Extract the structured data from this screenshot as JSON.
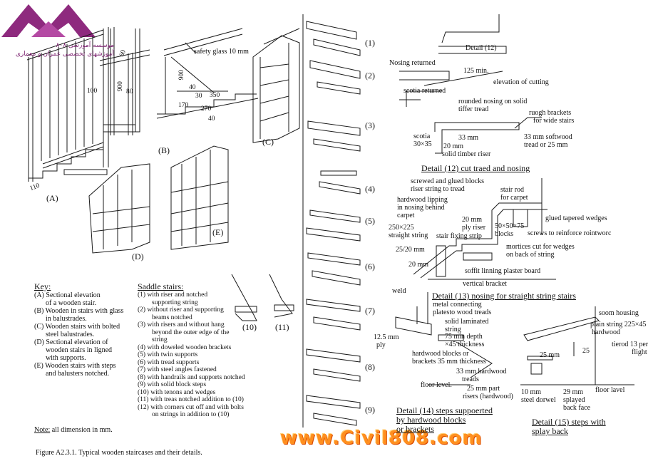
{
  "brand": {
    "site": "www.Civil808.com",
    "persian_lines": [
      "موسسه آموزشی ۸۰۸",
      "آموزشهای تخصصی عمران و معماری"
    ]
  },
  "figure_caption": "Figure A2.3.1. Typical wooden staircases and their details.",
  "view_labels": {
    "a": "(A)",
    "b": "(B)",
    "c": "(C)",
    "d": "(D)",
    "e": "(E)"
  },
  "dimensions": {
    "glass": "safety glass 10 mm",
    "d900a": "900",
    "d900b": "900",
    "d100": "100",
    "d80": "80",
    "d60": "60",
    "d110": "110",
    "d40a": "40",
    "d30": "30",
    "d350": "350",
    "d170": "170",
    "d270": "270",
    "d40b": "40"
  },
  "saddle_numbers": [
    "(1)",
    "(2)",
    "(3)",
    "(4)",
    "(5)",
    "(6)",
    "(7)",
    "(8)",
    "(9)",
    "(10)",
    "(11)"
  ],
  "key": {
    "title": "Key:",
    "items": [
      [
        "(A) Sectional elevation",
        "of a wooden stair."
      ],
      [
        "(B) Wooden in stairs with glass",
        "in balustrades."
      ],
      [
        "(C) Wooden stairs with bolted",
        "steel balustrades."
      ],
      [
        "(D) Sectional elevation of",
        "wooden stairs in ligned",
        "with supports."
      ],
      [
        "(E) Wooden stairs with steps",
        "and balusters notched."
      ]
    ]
  },
  "saddle": {
    "title": "Saddle stairs:",
    "items": [
      [
        "(1) with riser and notched",
        "supporting string"
      ],
      [
        "(2) without riser and supporting",
        "beams notched"
      ],
      [
        "(3) with risers and without hang",
        "beyond the outer edge of the",
        "string"
      ],
      [
        "(4) with doweled wooden brackets"
      ],
      [
        "(5) with twin supports"
      ],
      [
        "(6) with tread supports"
      ],
      [
        "(7) with steel angles fastened"
      ],
      [
        "(8) with handrails and supports notched"
      ],
      [
        "(9) with solid block steps"
      ],
      [
        "(10) with tenons and wedges"
      ],
      [
        "(11) with treas notched addition to (10)"
      ],
      [
        "(12) with corners cut off and with bolts",
        "on strings in addition to (10)"
      ]
    ]
  },
  "note": {
    "label": "Note:",
    "text": "all dimension in mm."
  },
  "detail12": {
    "label": "Detail (12)",
    "nosing_returned": "Nosing returned",
    "min125": "125 min.",
    "elevation": "elevation of cutting",
    "scotia_returned": "scotia returned",
    "rounded": [
      "rounded nosing on solid",
      "tiffer tread"
    ],
    "rough": [
      "ruogh brackets",
      "for wide stairs"
    ],
    "scotia": [
      "scotia",
      "30×35"
    ],
    "mm33": "33 mm",
    "mm20": "20 mm",
    "softwood": [
      "33 mm softwood",
      "tread or 25 mm"
    ],
    "riser": "solid timber riser",
    "title": "Detail (12) cut traed and nosing"
  },
  "detail13": {
    "screwed": [
      "screwed and glued blocks",
      "riser string to tread"
    ],
    "lipping": [
      "hardwood lipping",
      "in nosing behind",
      "carpet"
    ],
    "stair_rod": [
      "stair rod",
      "for carpet"
    ],
    "wedges": "glued tapered wedges",
    "ply": [
      "20 mm",
      "ply riser"
    ],
    "blocks": [
      "50×50×75",
      "blocks"
    ],
    "string": [
      "250×225",
      "straight string"
    ],
    "fixing": "stair fixing strip",
    "screws": "screws to reinforce rointworc",
    "mm2520": "25/20 mm",
    "mortices": [
      "mortices cut for wedges",
      "on back of string"
    ],
    "mm20": "20 mm",
    "soffit": "soffit linning plaster board",
    "vertical": "vertical bracket",
    "title": "Detail (13) nosing for straight string stairs"
  },
  "detail14": {
    "weld": "weld",
    "plate": [
      "metal connecting",
      "platesto wood treads"
    ],
    "laminated": [
      "solid laminated",
      "string"
    ],
    "depth": [
      "75 min depth",
      "×45 thickness"
    ],
    "ply": [
      "12.5 mm",
      "ply"
    ],
    "hardwood": [
      "hardwood blocks or",
      "brackets 35 mm thickness"
    ],
    "treads": [
      "33 mm hardwood",
      "treads"
    ],
    "floor": "floor level.",
    "risers": [
      "25 mm part",
      "risers (hardwood)"
    ],
    "title": [
      "Detail (14) steps suppoerted",
      "by hardwood blocks",
      "or brackets"
    ]
  },
  "detail15": {
    "soom": "soom housing",
    "plain": [
      "plain string 225×45",
      "hardwood"
    ],
    "tierod": [
      "tierod 13 per",
      "flight"
    ],
    "mm25a": "25 mm",
    "mm25b": "25",
    "dorwel": [
      "10 mm",
      "steel dorwel"
    ],
    "splayed": [
      "29 mm",
      "splayed",
      "back face"
    ],
    "floor": "floor lavel",
    "title": [
      "Detail (15) steps with",
      "splay back"
    ]
  }
}
